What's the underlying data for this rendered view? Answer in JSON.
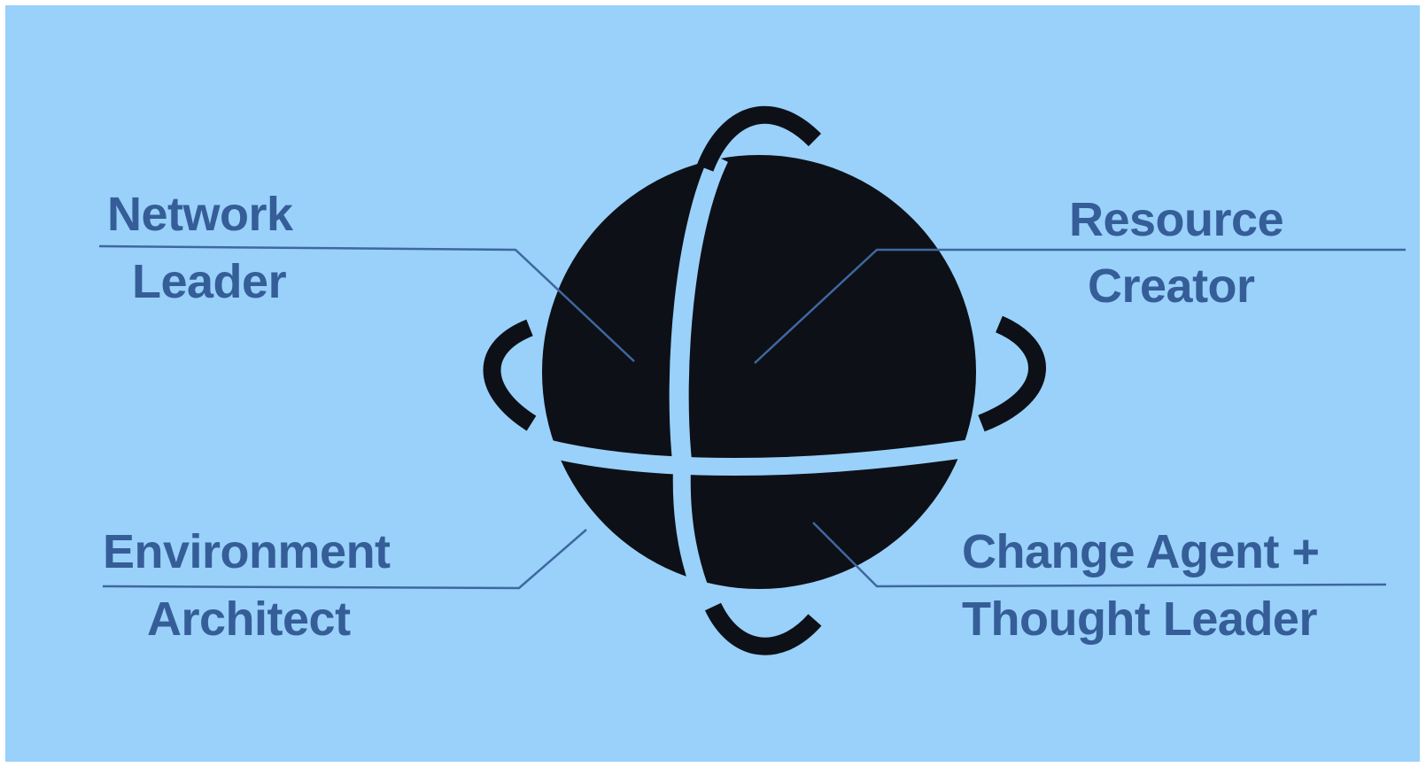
{
  "colors": {
    "background": "#99d1fb",
    "globe": "#0d1016",
    "text": "#355d97",
    "leader_line": "#3f67a0"
  },
  "labels": {
    "network": {
      "line1": "Network",
      "line2": "Leader"
    },
    "resource": {
      "line1": "Resource",
      "line2": "Creator"
    },
    "environment": {
      "line1": "Environment",
      "line2": "Architect"
    },
    "change_agent": {
      "line1": "Change Agent +",
      "line2": "Thought Leader"
    }
  },
  "icons": {
    "center": "globe-with-orbit-rings-icon"
  }
}
